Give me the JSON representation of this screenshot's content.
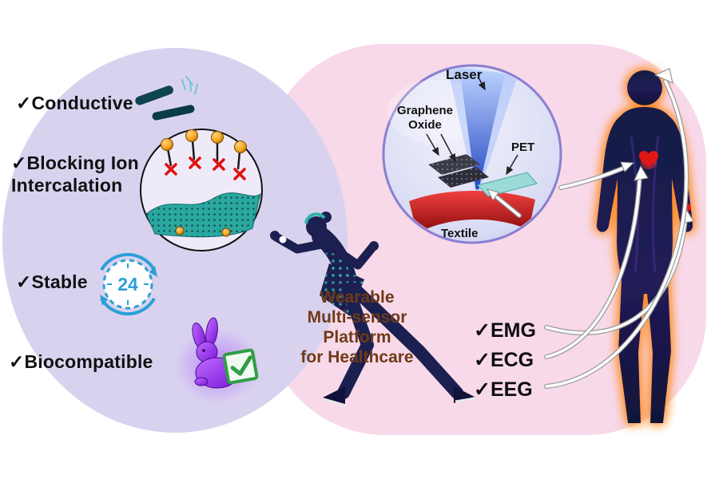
{
  "features": {
    "items": [
      {
        "check": "✓",
        "label": "Conductive"
      },
      {
        "check": "✓",
        "line1": "Blocking Ion",
        "line2": "Intercalation"
      },
      {
        "check": "✓",
        "label": "Stable"
      },
      {
        "check": "✓",
        "label": "Biocompatible"
      }
    ]
  },
  "clock": {
    "value": "24"
  },
  "center_title": {
    "line1": "Wearable",
    "line2": "Multi-sensor",
    "line3": "Platform",
    "line4": "for Healthcare"
  },
  "inset": {
    "laser": "Laser",
    "graphene_line1": "Graphene",
    "graphene_line2": "Oxide",
    "pet": "PET",
    "textile": "Textile"
  },
  "signals": {
    "items": [
      {
        "check": "✓",
        "label": "EMG"
      },
      {
        "check": "✓",
        "label": "ECG"
      },
      {
        "check": "✓",
        "label": "EEG"
      }
    ]
  },
  "colors": {
    "left_panel": "#d9d2ef",
    "right_panel": "#f8d9e9",
    "title_text": "#6e3a17",
    "clock_blue": "#2d9fd8",
    "rabbit_purple": "#8b2fd6",
    "check_green": "#2f9e44",
    "laser_blue": "#1b4fd8",
    "textile_red": "#c01515",
    "graphene_teal": "#2aa8a0",
    "body_navy": "#1a1a4a",
    "glow_orange": "#ff8a20"
  }
}
